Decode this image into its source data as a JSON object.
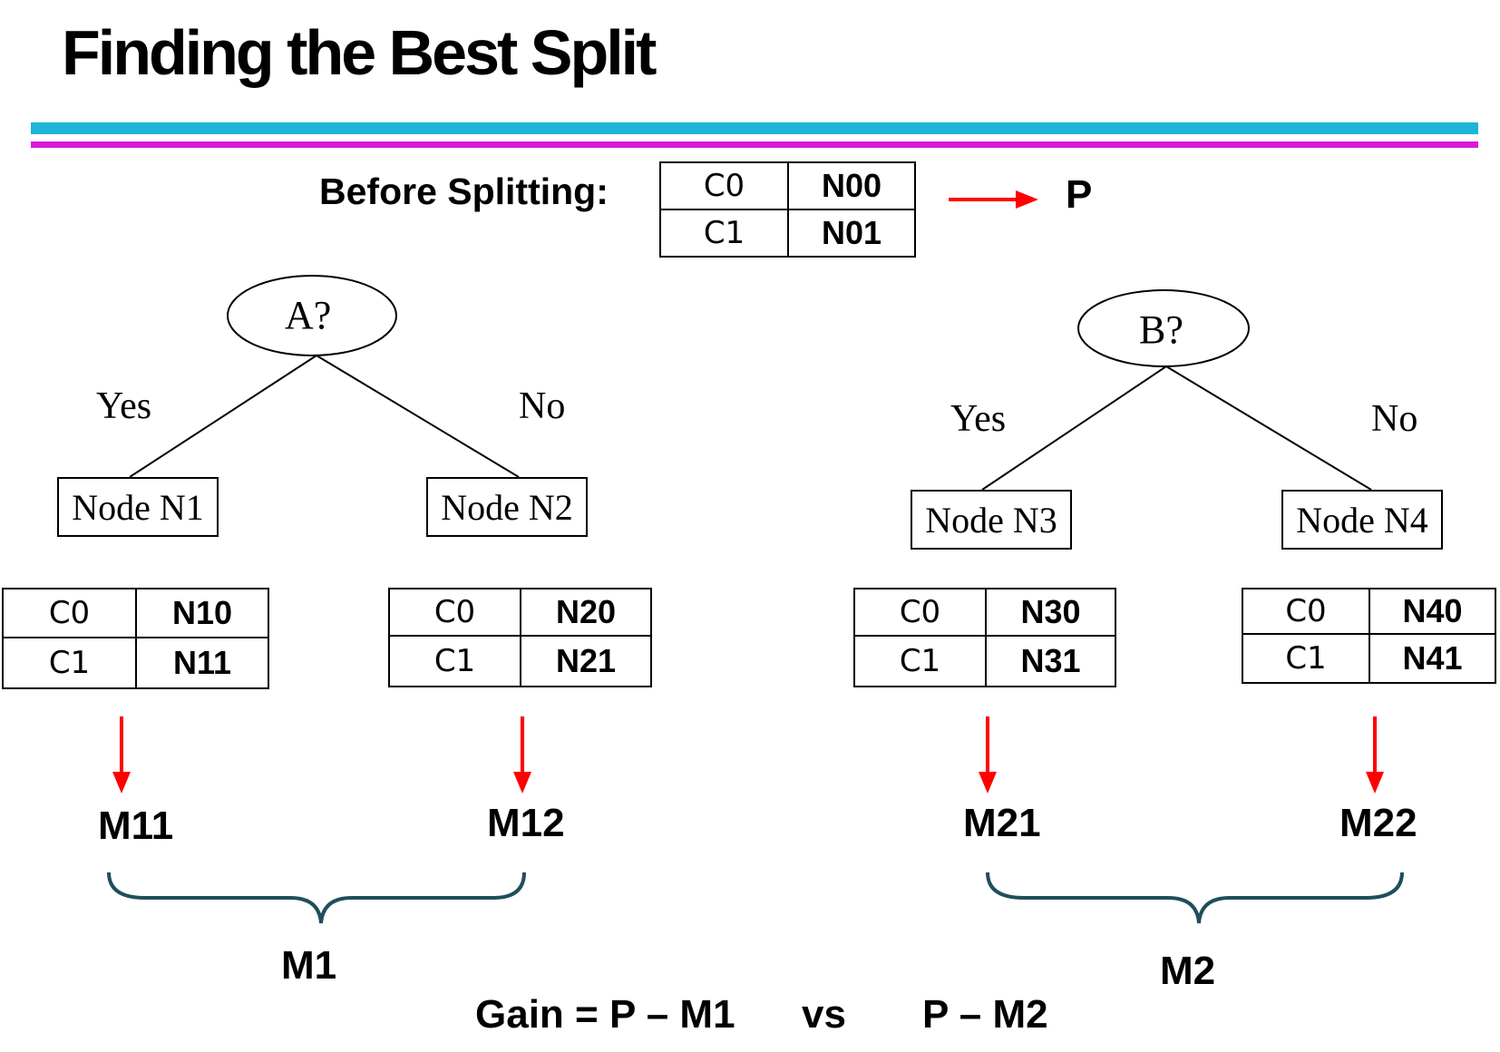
{
  "title": "Finding the Best Split",
  "colors": {
    "bar_top": "#1fb4d8",
    "bar_bottom": "#d81ad8",
    "arrow": "#ff0000",
    "brace": "#1f4f5a"
  },
  "before_splitting": {
    "label": "Before Splitting:",
    "table": [
      [
        "C0",
        "N00"
      ],
      [
        "C1",
        "N01"
      ]
    ],
    "result": "P"
  },
  "split_a": {
    "question": "A?",
    "yes_label": "Yes",
    "no_label": "No",
    "left_node": "Node N1",
    "right_node": "Node N2",
    "left_table": [
      [
        "C0",
        "N10"
      ],
      [
        "C1",
        "N11"
      ]
    ],
    "right_table": [
      [
        "C0",
        "N20"
      ],
      [
        "C1",
        "N21"
      ]
    ],
    "left_measure": "M11",
    "right_measure": "M12",
    "combined": "M1"
  },
  "split_b": {
    "question": "B?",
    "yes_label": "Yes",
    "no_label": "No",
    "left_node": "Node N3",
    "right_node": "Node N4",
    "left_table": [
      [
        "C0",
        "N30"
      ],
      [
        "C1",
        "N31"
      ]
    ],
    "right_table": [
      [
        "C0",
        "N40"
      ],
      [
        "C1",
        "N41"
      ]
    ],
    "left_measure": "M21",
    "right_measure": "M22",
    "combined": "M2"
  },
  "gain": {
    "left": "Gain = P – M1",
    "vs": "vs",
    "right": "P – M2"
  }
}
